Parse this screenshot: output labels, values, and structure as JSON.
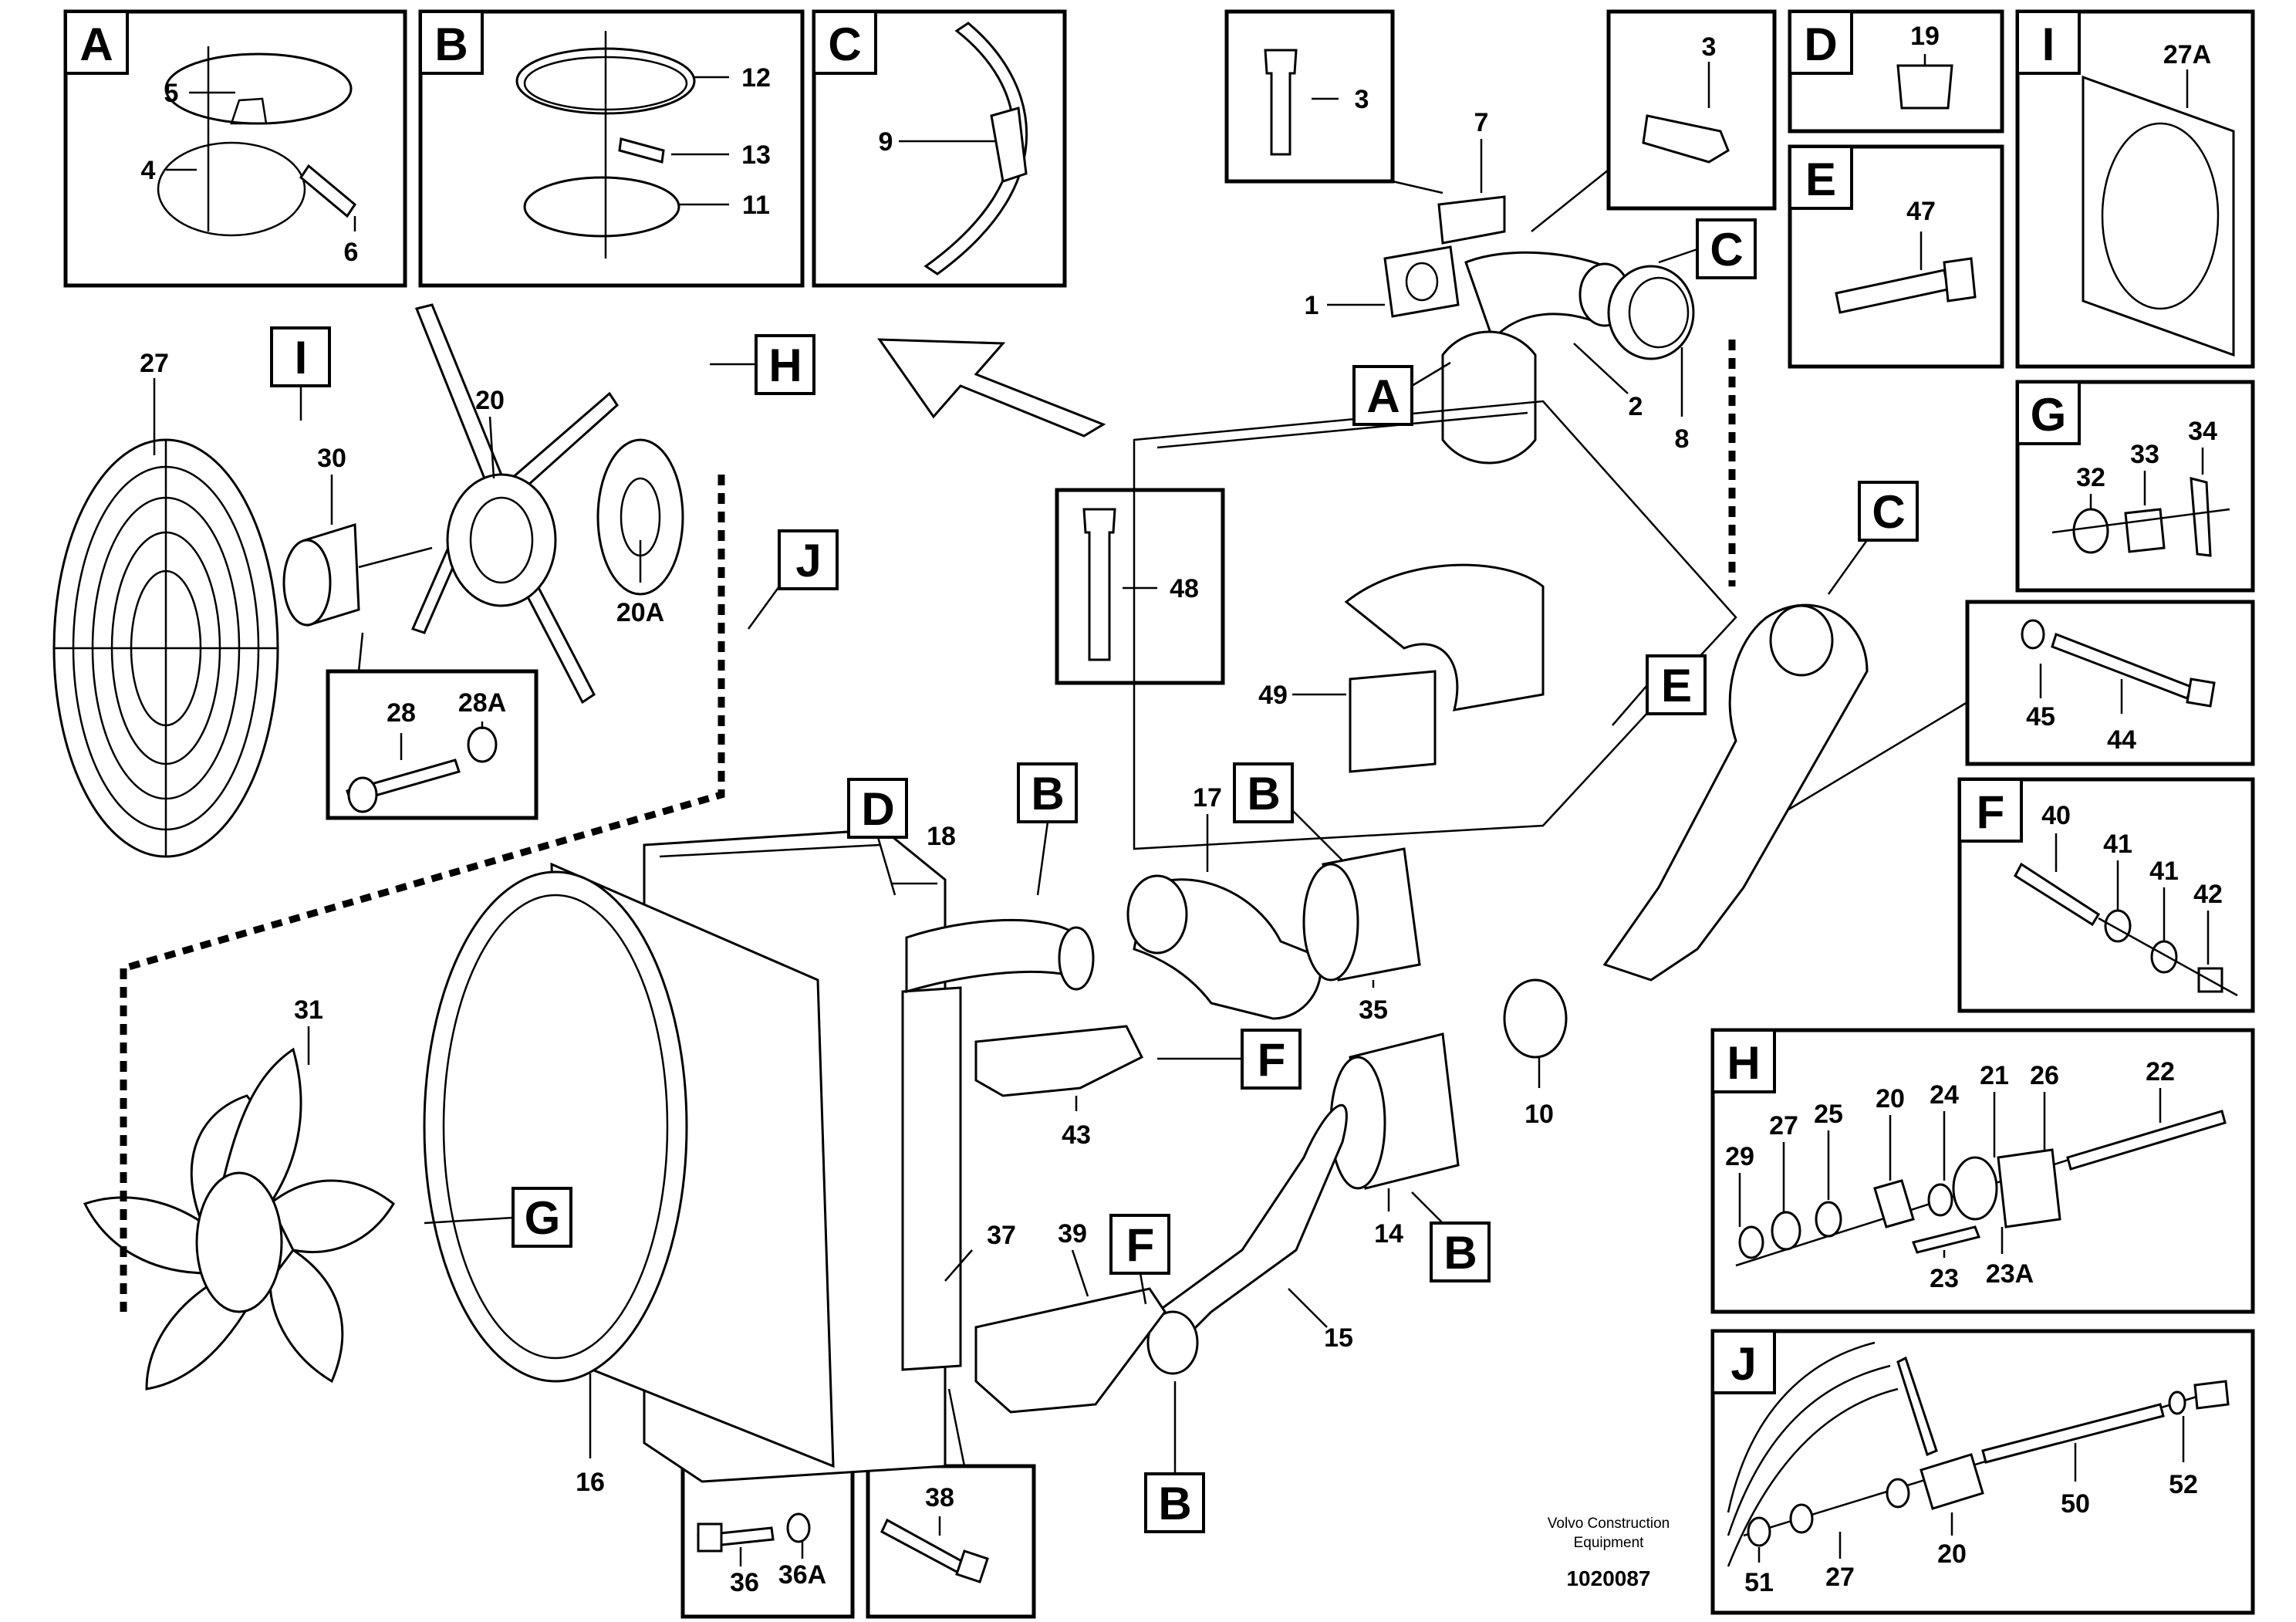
{
  "diagram": {
    "credit_line1": "Volvo Construction",
    "credit_line2": "Equipment",
    "document_number": "1020087"
  },
  "detail_boxes": {
    "A": {
      "letter": "A",
      "parts": [
        "5",
        "4",
        "6"
      ]
    },
    "B": {
      "letter": "B",
      "parts": [
        "12",
        "13",
        "11"
      ]
    },
    "C": {
      "letter": "C",
      "parts": [
        "9"
      ]
    },
    "D": {
      "letter": "D",
      "parts": [
        "19"
      ]
    },
    "E": {
      "letter": "E",
      "parts": [
        "47"
      ]
    },
    "I": {
      "letter": "I",
      "parts": [
        "27A"
      ]
    },
    "G": {
      "letter": "G",
      "parts": [
        "32",
        "33",
        "34"
      ]
    },
    "F": {
      "letter": "F",
      "parts": [
        "40",
        "41",
        "41",
        "42"
      ]
    },
    "H": {
      "letter": "H",
      "parts": [
        "29",
        "27",
        "25",
        "20",
        "24",
        "21",
        "26",
        "22",
        "23",
        "23A"
      ]
    },
    "J": {
      "letter": "J",
      "parts": [
        "51",
        "27",
        "20",
        "50",
        "52"
      ]
    }
  },
  "callout_boxes": {
    "bolt_3": {
      "parts": [
        "3"
      ]
    },
    "bracket_3": {
      "parts": [
        "3"
      ]
    },
    "bolt_48": {
      "parts": [
        "48"
      ]
    },
    "bolt_45_44": {
      "parts": [
        "45",
        "44"
      ]
    },
    "bolt_28": {
      "parts": [
        "28",
        "28A"
      ]
    },
    "bolt_36": {
      "parts": [
        "36",
        "36A"
      ]
    },
    "bolt_38": {
      "parts": [
        "38"
      ]
    }
  },
  "main_parts": [
    "27",
    "30",
    "20",
    "20A",
    "7",
    "1",
    "2",
    "8",
    "49",
    "18",
    "17",
    "16",
    "31",
    "35",
    "43",
    "37",
    "39",
    "15",
    "14",
    "10"
  ],
  "reference_tags": [
    "I",
    "H",
    "J",
    "A",
    "C",
    "C",
    "E",
    "D",
    "B",
    "B",
    "F",
    "F",
    "G",
    "B",
    "B"
  ]
}
